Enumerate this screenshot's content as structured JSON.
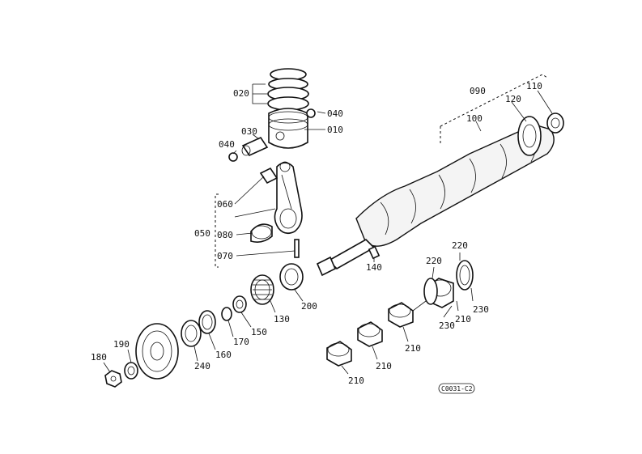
{
  "labels": {
    "p010": "010",
    "p020": "020",
    "p030": "030",
    "p040a": "040",
    "p040b": "040",
    "p050": "050",
    "p060": "060",
    "p070": "070",
    "p080": "080",
    "p090": "090",
    "p100": "100",
    "p110": "110",
    "p120": "120",
    "p130": "130",
    "p140": "140",
    "p150": "150",
    "p160": "160",
    "p170": "170",
    "p180": "180",
    "p190": "190",
    "p200": "200",
    "p210a": "210",
    "p210b": "210",
    "p210c": "210",
    "p210d": "210",
    "p220a": "220",
    "p220b": "220",
    "p230a": "230",
    "p230b": "230",
    "p240": "240"
  },
  "drawing_code": "C0031-C2"
}
